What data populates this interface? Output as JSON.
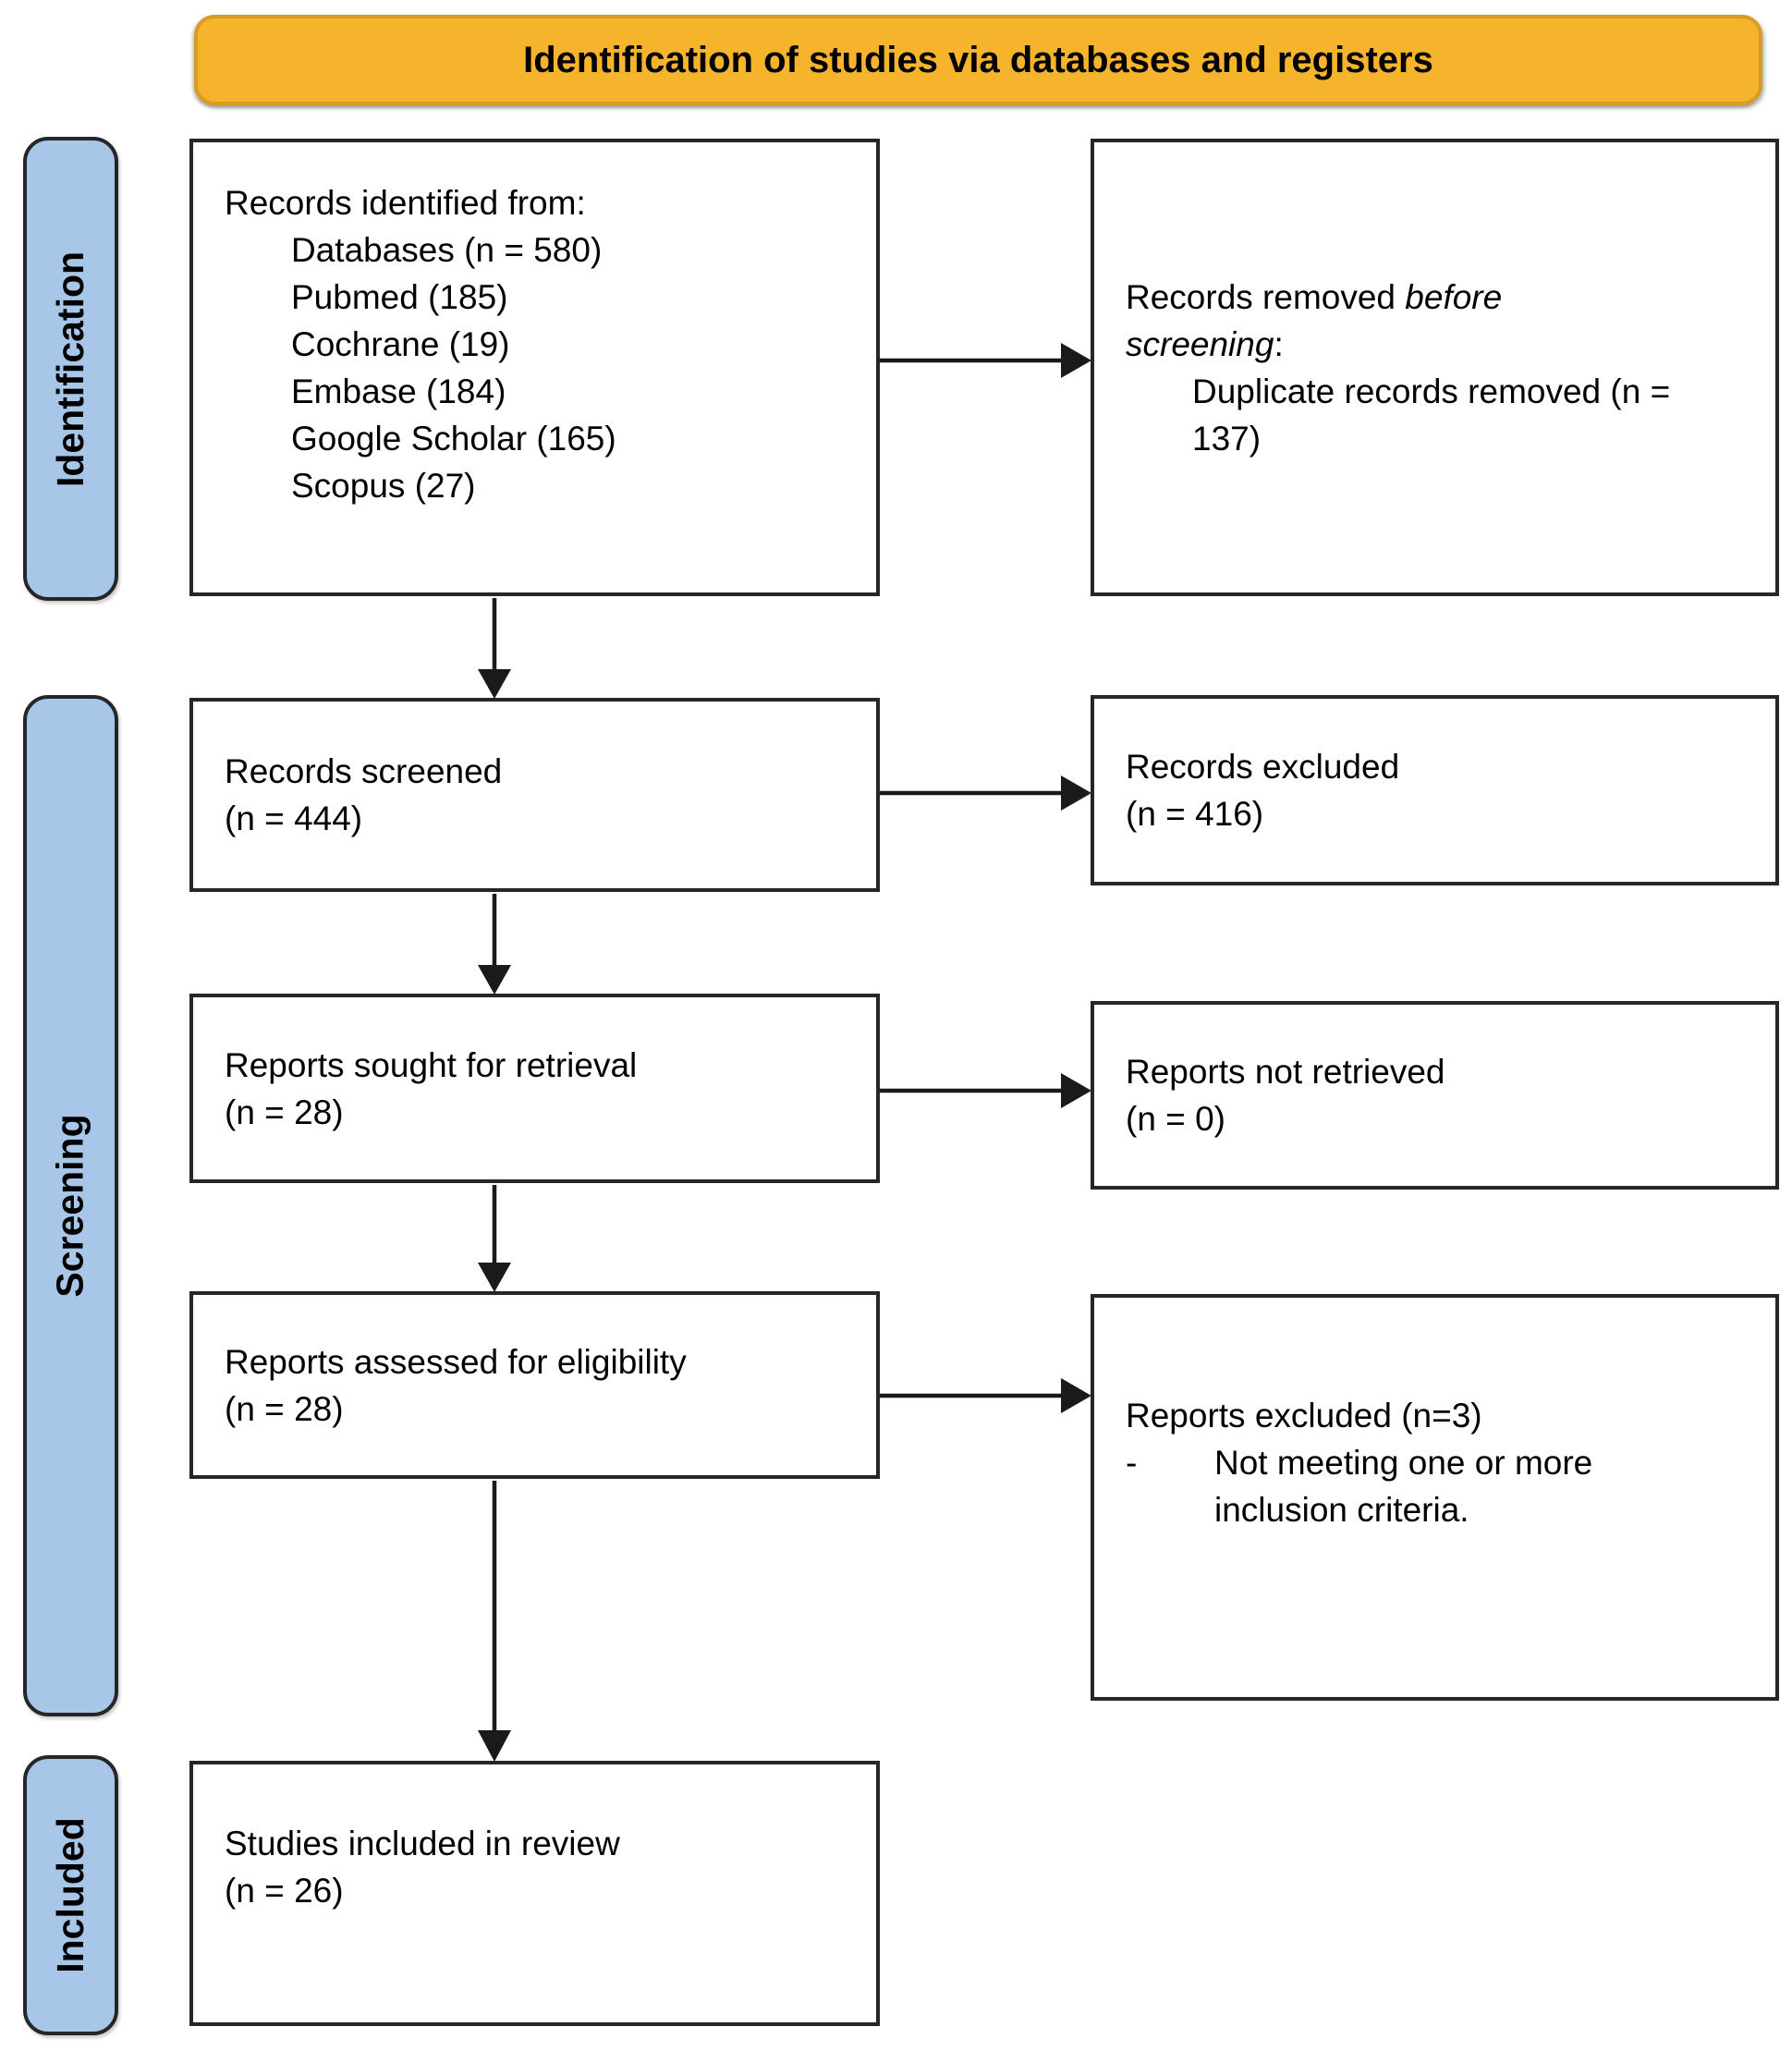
{
  "banner": {
    "title": "Identification of studies via databases and registers"
  },
  "sidebar": {
    "identification": "Identification",
    "screening": "Screening",
    "included": "Included"
  },
  "boxes": {
    "records_identified": {
      "title": "Records identified from:",
      "items": [
        "Databases (n = 580)",
        "Pubmed (185)",
        "Cochrane (19)",
        "Embase (184)",
        "Google Scholar (165)",
        "Scopus (27)"
      ]
    },
    "records_removed": {
      "prefix": "Records removed ",
      "italic": "before screening",
      "suffix": ":",
      "item": "Duplicate records removed (n = 137)"
    },
    "records_screened": {
      "lines": [
        "Records screened",
        "(n = 444)"
      ]
    },
    "records_excluded": {
      "lines": [
        "Records excluded",
        "(n = 416)"
      ]
    },
    "reports_sought": {
      "lines": [
        "Reports sought for retrieval",
        "(n = 28)"
      ]
    },
    "reports_not_retrieved": {
      "lines": [
        "Reports not retrieved",
        "(n = 0)"
      ]
    },
    "reports_assessed": {
      "lines": [
        "Reports assessed for eligibility",
        "(n = 28)"
      ]
    },
    "reports_excluded": {
      "title": "Reports excluded (n=3)",
      "dash": "-",
      "bullets": [
        "Not meeting one or more inclusion criteria."
      ]
    },
    "studies_included": {
      "lines": [
        "Studies included in review",
        "(n = 26)"
      ]
    }
  },
  "colors": {
    "banner_fill": "#F6B42C",
    "banner_border": "#D89C25",
    "sidebar_fill": "#A8C6E8",
    "stroke": "#262626",
    "arrow": "#1A1A1A"
  }
}
